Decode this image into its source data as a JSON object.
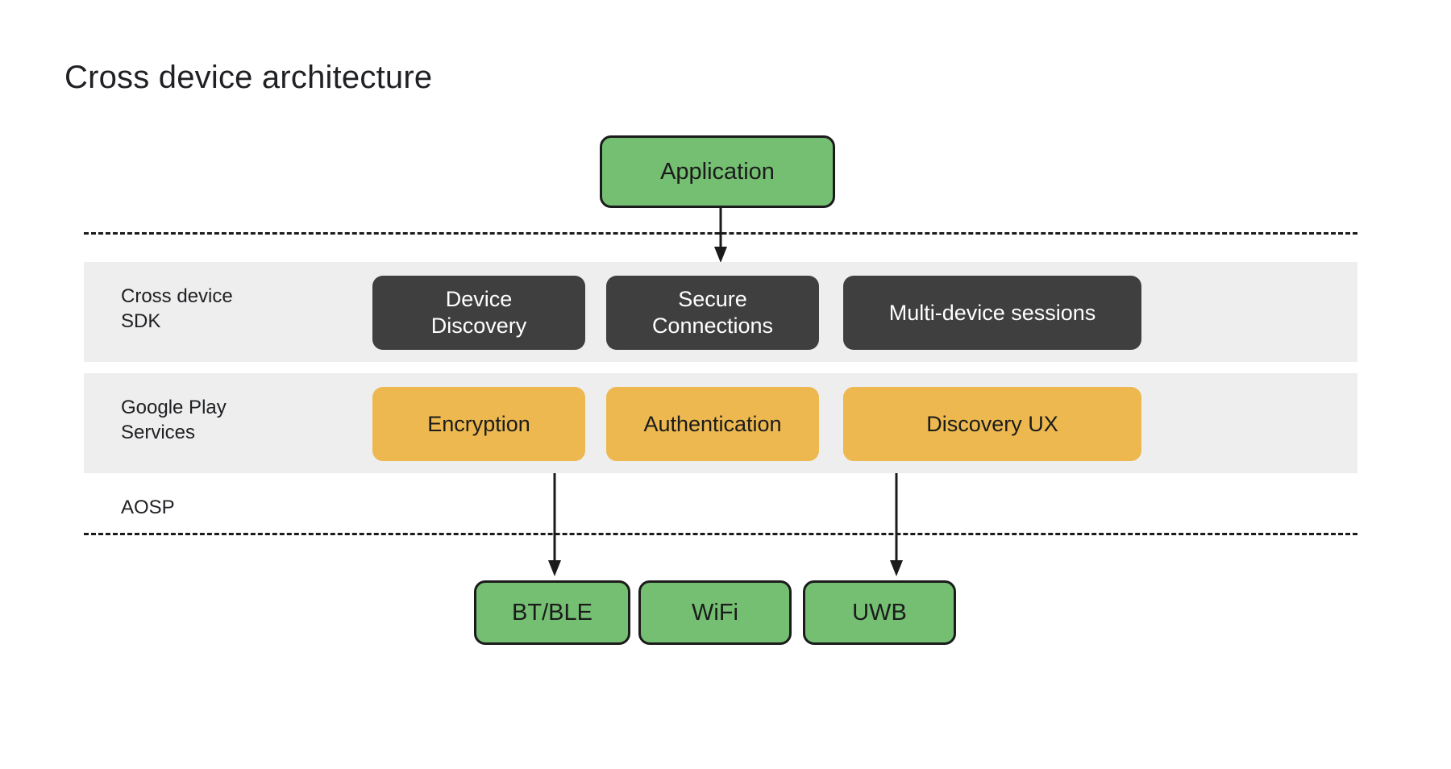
{
  "diagram": {
    "title": "Cross device architecture",
    "colors": {
      "green": "#74bf72",
      "dark": "#3f3f3f",
      "orange": "#ecb84f",
      "band": "#eeeeee",
      "stroke": "#1b1b1b",
      "background": "#ffffff",
      "text_dark": "#202124",
      "text_light": "#ffffff"
    },
    "top": {
      "application": "Application"
    },
    "layers": [
      {
        "id": "cross-device-sdk",
        "label": "Cross device\nSDK",
        "items": [
          {
            "id": "device-discovery",
            "label": "Device\nDiscovery"
          },
          {
            "id": "secure-connections",
            "label": "Secure\nConnections"
          },
          {
            "id": "multi-device-sessions",
            "label": "Multi-device sessions"
          }
        ]
      },
      {
        "id": "google-play-services",
        "label": "Google Play\nServices",
        "items": [
          {
            "id": "encryption",
            "label": "Encryption"
          },
          {
            "id": "authentication",
            "label": "Authentication"
          },
          {
            "id": "discovery-ux",
            "label": "Discovery UX"
          }
        ]
      },
      {
        "id": "aosp",
        "label": "AOSP",
        "items": []
      }
    ],
    "transports": [
      {
        "id": "bt-ble",
        "label": "BT/BLE"
      },
      {
        "id": "wifi",
        "label": "WiFi"
      },
      {
        "id": "uwb",
        "label": "UWB"
      }
    ],
    "connections": [
      {
        "id": "app-to-sdk",
        "from": "Application",
        "to": "Secure Connections"
      },
      {
        "id": "encryption-to-bt-ble",
        "from": "Encryption",
        "to": "BT/BLE"
      },
      {
        "id": "discovery-ux-to-uwb",
        "from": "Discovery UX",
        "to": "UWB"
      }
    ]
  }
}
